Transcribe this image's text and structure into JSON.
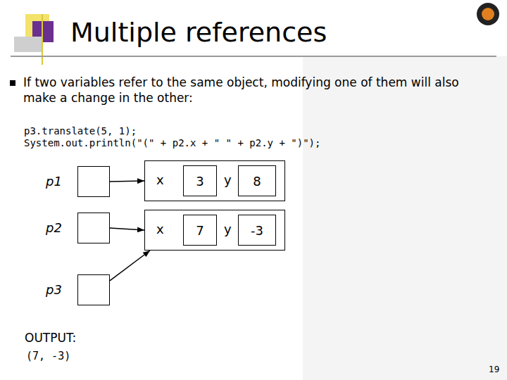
{
  "diagram": {
    "title": "Multiple references",
    "nodes": [
      {
        "text": [
          "p1"
        ]
      },
      {
        "text": [
          "x",
          "y"
        ]
      },
      {
        "text": [
          "3"
        ],
        "in": 1
      },
      {
        "text": [
          "8"
        ],
        "in": 1
      },
      {
        "text": [
          "p2"
        ]
      },
      {
        "text": [
          "x",
          "y"
        ]
      },
      {
        "text": [
          "7"
        ],
        "in": 5
      },
      {
        "text": [
          "-3"
        ],
        "in": 5
      },
      {
        "text": [
          "p3"
        ]
      }
    ],
    "edges": [
      {
        "from": 0,
        "to": 1,
        "arrow": "to"
      },
      {
        "from": 4,
        "to": 5,
        "arrow": "to"
      },
      {
        "from": 8,
        "to": 5,
        "arrow": "to"
      }
    ],
    "labels": [
      "If two variables refer to the same object, modifying one of them will also make a change in the other:",
      "p3.translate(5, 1);",
      "System.out.println(\"(\" + p2.x + \" \" + p2.y + \")\");",
      "OUTPUT:",
      "(7, -3)",
      "19"
    ]
  }
}
